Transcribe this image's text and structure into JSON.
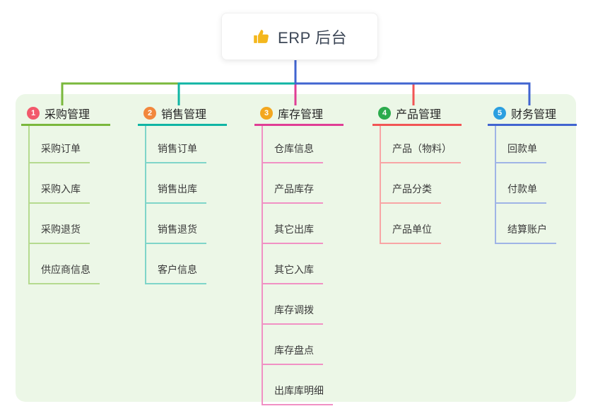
{
  "root": {
    "label": "ERP 后台",
    "icon": "thumbs-up-icon",
    "icon_color": "#f4b71d"
  },
  "colors": {
    "page_background": "#ffffff",
    "panel_background": "#ecf7e7",
    "root_line": "#4164d0",
    "root_text": "#3c4656"
  },
  "branches": [
    {
      "index": "1",
      "label": "采购管理",
      "badge_color": "#f2596b",
      "line_color": "#7ab83c",
      "child_line_color": "#b5da8f",
      "children": [
        "采购订单",
        "采购入库",
        "采购退货",
        "供应商信息"
      ]
    },
    {
      "index": "2",
      "label": "销售管理",
      "badge_color": "#f2873d",
      "line_color": "#10b5a4",
      "child_line_color": "#7fd5c9",
      "children": [
        "销售订单",
        "销售出库",
        "销售退货",
        "客户信息"
      ]
    },
    {
      "index": "3",
      "label": "库存管理",
      "badge_color": "#f3a71f",
      "line_color": "#e03e95",
      "child_line_color": "#f191c4",
      "children": [
        "仓库信息",
        "产品库存",
        "其它出库",
        "其它入库",
        "库存调拨",
        "库存盘点",
        "出库库明细"
      ]
    },
    {
      "index": "4",
      "label": "产品管理",
      "badge_color": "#2cab4d",
      "line_color": "#f25555",
      "child_line_color": "#f8a5a5",
      "children": [
        "产品（物料）",
        "产品分类",
        "产品单位"
      ]
    },
    {
      "index": "5",
      "label": "财务管理",
      "badge_color": "#2b9fe0",
      "line_color": "#4164d0",
      "child_line_color": "#9fb4e6",
      "children": [
        "回款单",
        "付款单",
        "结算账户"
      ]
    }
  ]
}
